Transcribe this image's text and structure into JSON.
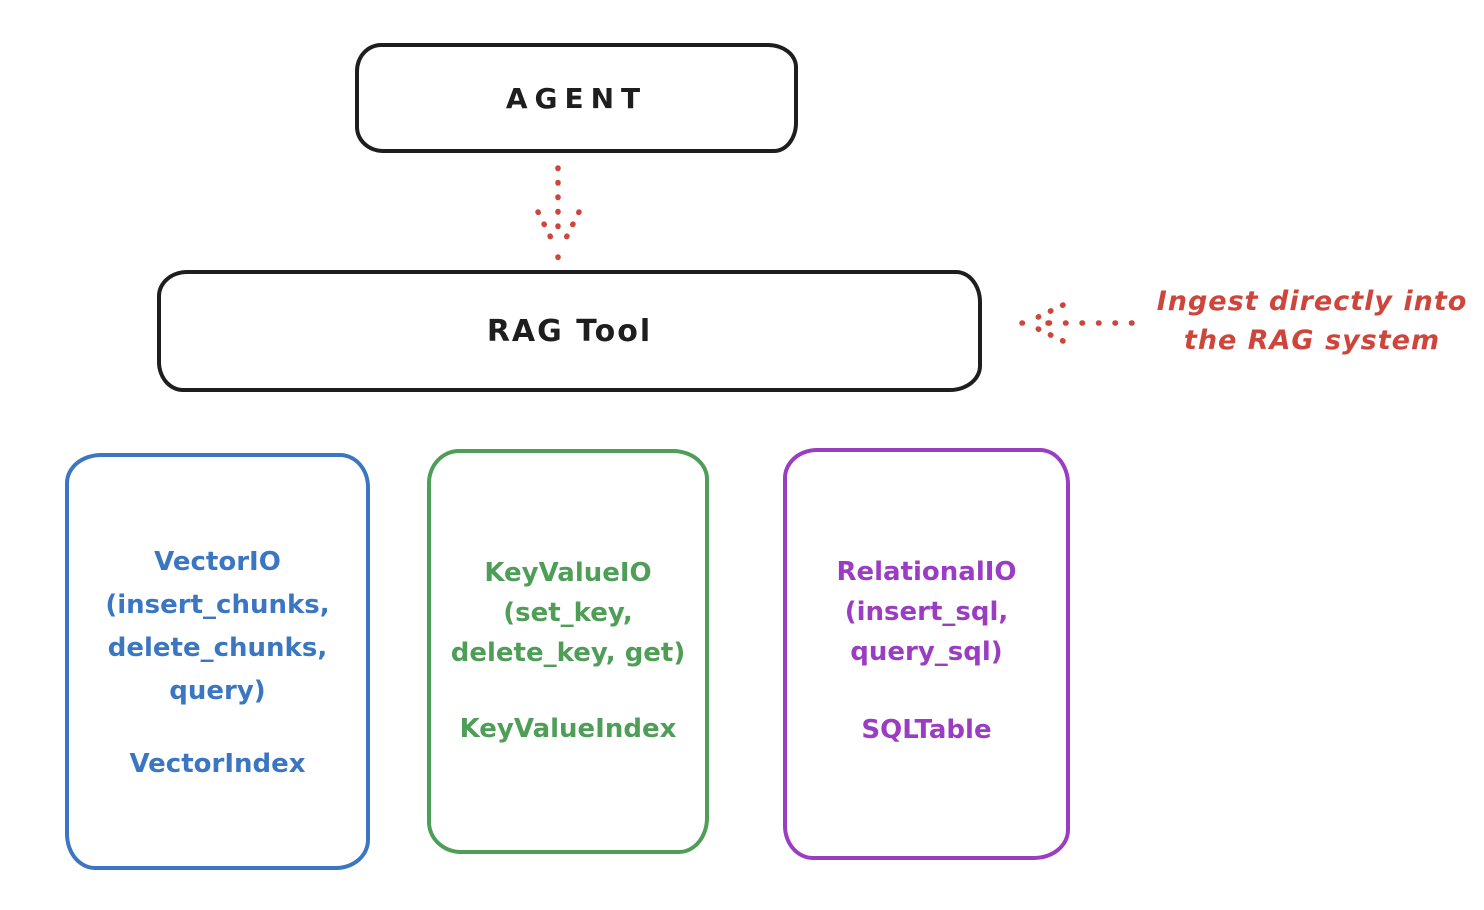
{
  "agent": {
    "label": "AGENT"
  },
  "rag_tool": {
    "label": "RAG Tool"
  },
  "annotation": {
    "line1": "Ingest directly into",
    "line2": "the RAG system"
  },
  "arrows": {
    "agent_to_rag": "dotted-arrow-down",
    "ingest_to_rag": "dotted-arrow-left"
  },
  "backends": [
    {
      "name": "VectorIO",
      "lines": [
        "VectorIO",
        "(insert_chunks,",
        "delete_chunks,",
        "query)"
      ],
      "index_label": "VectorIndex",
      "color": "#3b76c3"
    },
    {
      "name": "KeyValueIO",
      "lines": [
        "KeyValueIO",
        "(set_key,",
        "delete_key, get)"
      ],
      "index_label": "KeyValueIndex",
      "color": "#4f9e58"
    },
    {
      "name": "RelationalIO",
      "lines": [
        "RelationalIO",
        "(insert_sql,",
        "query_sql)"
      ],
      "index_label": "SQLTable",
      "color": "#9a3dc2"
    }
  ],
  "colors": {
    "stroke": "#1e1e1e",
    "accent_red": "#ce453c",
    "background": "#ffffff"
  }
}
